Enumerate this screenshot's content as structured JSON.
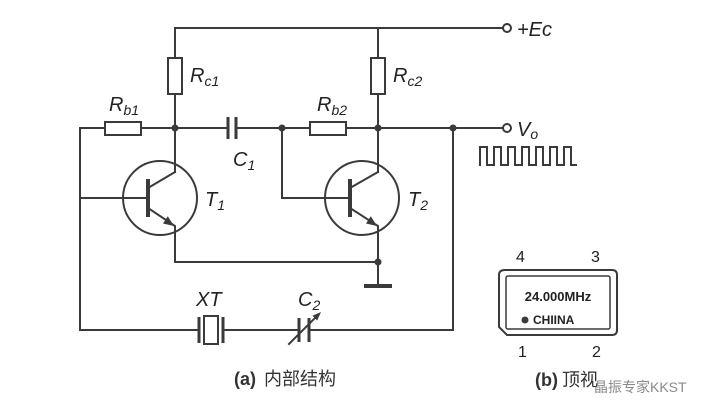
{
  "supply": {
    "label": "+Ec"
  },
  "output": {
    "main": "V",
    "sub": "o"
  },
  "components": {
    "rc1": {
      "main": "R",
      "sub": "c1"
    },
    "rc2": {
      "main": "R",
      "sub": "c2"
    },
    "rb1": {
      "main": "R",
      "sub": "b1"
    },
    "rb2": {
      "main": "R",
      "sub": "b2"
    },
    "c1": {
      "main": "C",
      "sub": "1"
    },
    "c2": {
      "main": "C",
      "sub": "2"
    },
    "t1": {
      "main": "T",
      "sub": "1"
    },
    "t2": {
      "main": "T",
      "sub": "2"
    },
    "xt": {
      "label": "XT"
    }
  },
  "captions": {
    "a": {
      "tag": "(a)",
      "text": "内部结构"
    },
    "b": {
      "tag": "(b)",
      "text": "顶视"
    }
  },
  "package": {
    "frequency": "24.000MHz",
    "marking": "CHIINA",
    "pins": {
      "top_left": "4",
      "top_right": "3",
      "bottom_left": "1",
      "bottom_right": "2"
    }
  },
  "watermark": "晶振专家KKST",
  "colors": {
    "wire": "#3a3a3a",
    "text": "#222222",
    "background": "#ffffff"
  }
}
